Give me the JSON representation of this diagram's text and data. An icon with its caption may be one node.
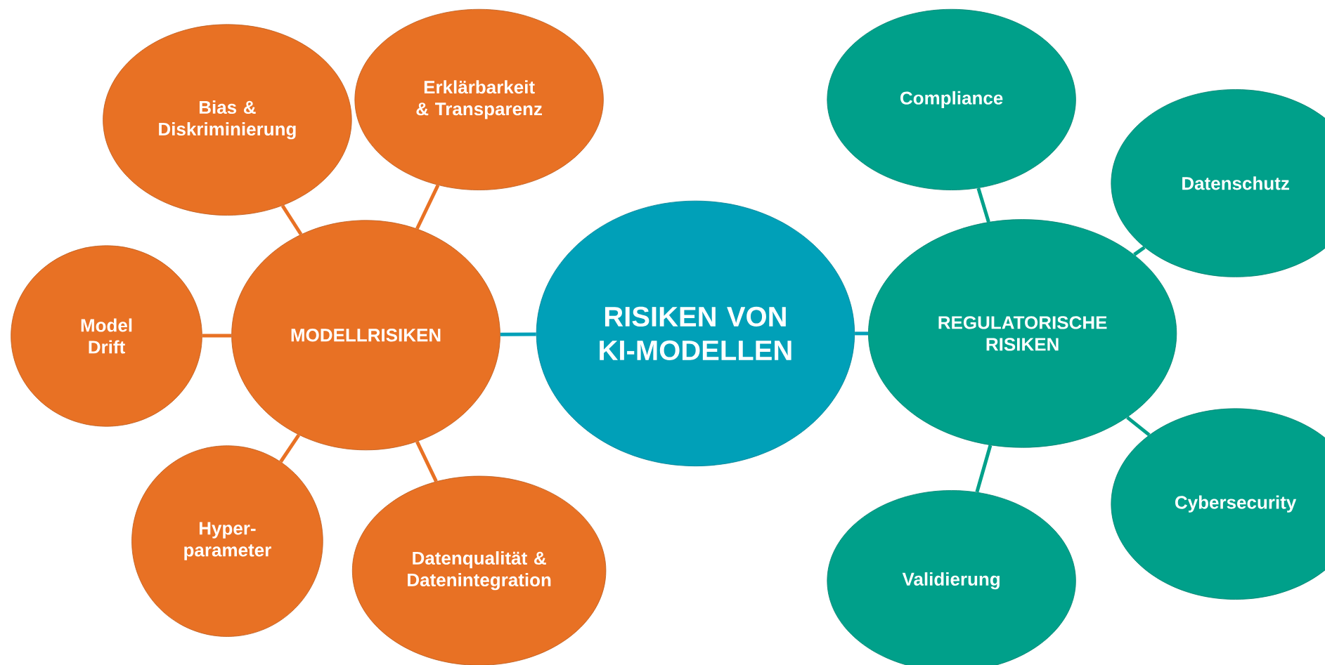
{
  "diagram": {
    "nodes": [
      {
        "text": [
          "RISIKEN VON KI-MODELLEN"
        ]
      },
      {
        "text": [
          "MODELLRISIKEN"
        ]
      },
      {
        "text": [
          "REGULATORISCHE RISIKEN"
        ]
      },
      {
        "text": [
          "Bias & Diskriminierung"
        ]
      },
      {
        "text": [
          "Erklärbarkeit & Transparenz"
        ]
      },
      {
        "text": [
          "Model Drift"
        ]
      },
      {
        "text": [
          "Hyper- parameter"
        ]
      },
      {
        "text": [
          "Datenqualität & Datenintegration"
        ]
      },
      {
        "text": [
          "Compliance"
        ]
      },
      {
        "text": [
          "Datenschutz"
        ]
      },
      {
        "text": [
          "Cybersecurity"
        ]
      },
      {
        "text": [
          "Validierung"
        ]
      }
    ],
    "edges": [
      {
        "from": 0,
        "to": 1,
        "arrow": "none",
        "color": "#00a0b8"
      },
      {
        "from": 0,
        "to": 2,
        "arrow": "none",
        "color": "#00a0b8"
      },
      {
        "from": 1,
        "to": 3,
        "arrow": "none"
      },
      {
        "from": 1,
        "to": 4,
        "arrow": "none"
      },
      {
        "from": 1,
        "to": 5,
        "arrow": "none"
      },
      {
        "from": 1,
        "to": 6,
        "arrow": "none"
      },
      {
        "from": 1,
        "to": 7,
        "arrow": "none"
      },
      {
        "from": 2,
        "to": 8,
        "arrow": "none",
        "color": "#00a08a"
      },
      {
        "from": 2,
        "to": 9,
        "arrow": "none",
        "color": "#00a08a"
      },
      {
        "from": 2,
        "to": 10,
        "arrow": "none",
        "color": "#00a08a"
      },
      {
        "from": 2,
        "to": 11,
        "arrow": "none",
        "color": "#00a08a"
      }
    ]
  }
}
